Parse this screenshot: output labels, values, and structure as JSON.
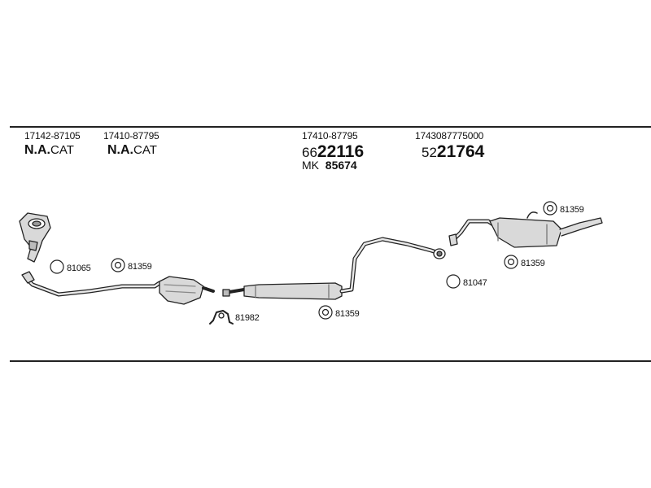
{
  "header_labels": [
    {
      "part_number": "17142-87105",
      "prefix": "N.A.",
      "suffix": "CAT"
    },
    {
      "part_number": "17410-87795",
      "prefix": "N.A.",
      "suffix": "CAT"
    },
    {
      "part_number": "17410-87795",
      "small": "66",
      "large": "22116",
      "mk_prefix": "MK",
      "mk_number": "85674"
    },
    {
      "part_number": "1743087775000",
      "small": "52",
      "large": "21764"
    }
  ],
  "component_refs": [
    {
      "id": "81065"
    },
    {
      "id": "81359"
    },
    {
      "id": "81982"
    },
    {
      "id": "81359"
    },
    {
      "id": "81047"
    },
    {
      "id": "81359"
    },
    {
      "id": "81359"
    }
  ],
  "colors": {
    "line": "#222222",
    "part_fill": "#d9d9d9",
    "part_shade": "#9a9a9a"
  }
}
